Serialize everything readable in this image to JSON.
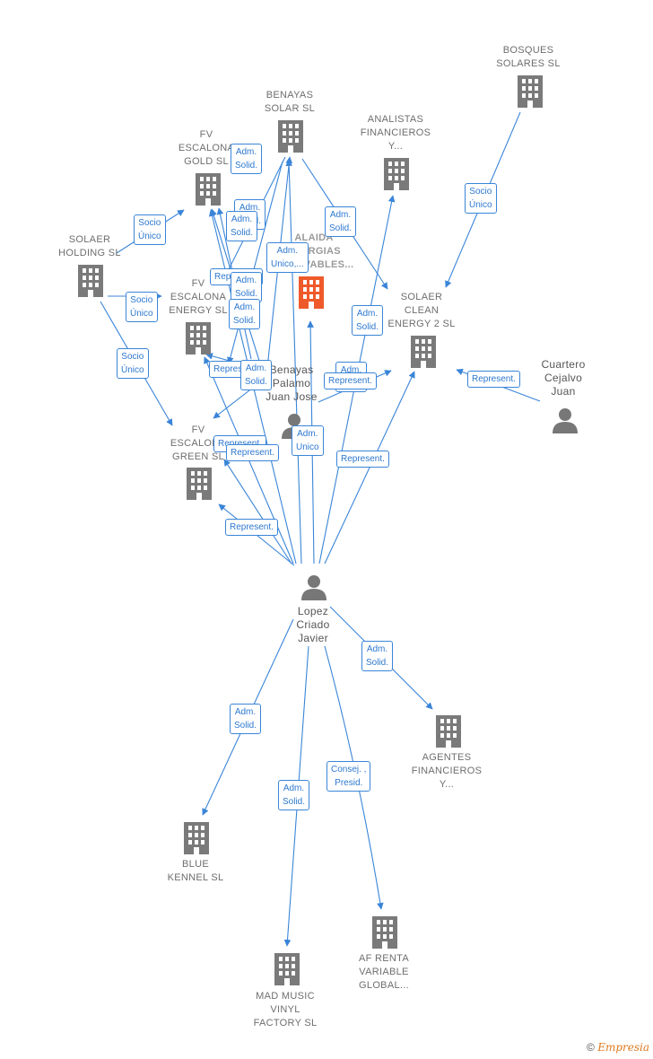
{
  "colors": {
    "edge": "#3a85d8",
    "building": "#7a7a7a",
    "building_main": "#ef5a2b",
    "person": "#777777"
  },
  "companies": {
    "bosques": "BOSQUES\nSOLARES SL",
    "benayas_solar": "BENAYAS\nSOLAR  SL",
    "analistas": "ANALISTAS\nFINANCIEROS\nY...",
    "fv_gold": "FV\nESCALONA\nGOLD  SL",
    "alaida": "ALAIDA\nENERGIAS\nRENOVABLES...",
    "solaer_holding": "SOLAER\nHOLDING  SL",
    "fv_energy": "FV\nESCALONA\nENERGY  SL",
    "solaer_clean": "SOLAER\nCLEAN\nENERGY 2  SL",
    "fv_green": "FV\nESCALONA\nGREEN  SL",
    "agentes": "AGENTES\nFINANCIEROS\nY...",
    "blue_kennel": "BLUE\nKENNEL  SL",
    "mad_music": "MAD MUSIC\nVINYL\nFACTORY  SL",
    "af_renta": "AF RENTA\nVARIABLE\nGLOBAL..."
  },
  "persons": {
    "cuartero": "Cuartero\nCejalvo\nJuan",
    "benayas_person": "Benayas\nPalamo\nJuan Jose",
    "lopez": "Lopez\nCriado\nJavier"
  },
  "edge_labels": {
    "socio_unico_bosques": "Socio\nÚnico",
    "adm_solid_gold_top": "Adm.\nSolid.",
    "adm_solid_gold_2": "Adm.\nSolid.",
    "adm_solid_gold_3": "Adm.\nSolid.",
    "adm_solid_benayas_clean": "Adm.\nSolid.",
    "socio_unico_holding_gold": "Socio\nÚnico",
    "adm_unico_alaida": "Adm.\nUnico,...",
    "represent_1": "Represent.",
    "adm_solid_energy_1": "Adm.\nSolid.",
    "socio_unico_holding_energy": "Socio\nÚnico",
    "adm_solid_energy_2": "Adm.\nSolid.",
    "adm_solid_clean": "Adm.\nSolid.",
    "socio_unico_holding_green": "Socio\nÚnico",
    "represent_2": "Represent.",
    "adm_solid_bp": "Adm.\nSolid.",
    "represent_cuartero": "Represent.",
    "adm_solid_4": "Adm.\nSolid.",
    "represent_3": "Represent.",
    "adm_unico_lopez": "Adm.\nUnico",
    "represent_green_1": "Represent.",
    "represent_green_2": "Represent.",
    "represent_clean": "Represent.",
    "represent_green_3": "Represent.",
    "adm_solid_agentes": "Adm.\nSolid.",
    "adm_solid_blue": "Adm.\nSolid.",
    "consej_presid": "Consej. ,\nPresid.",
    "adm_solid_mad": "Adm.\nSolid."
  },
  "footer": {
    "copyright": "©",
    "brand": "Empresia"
  }
}
